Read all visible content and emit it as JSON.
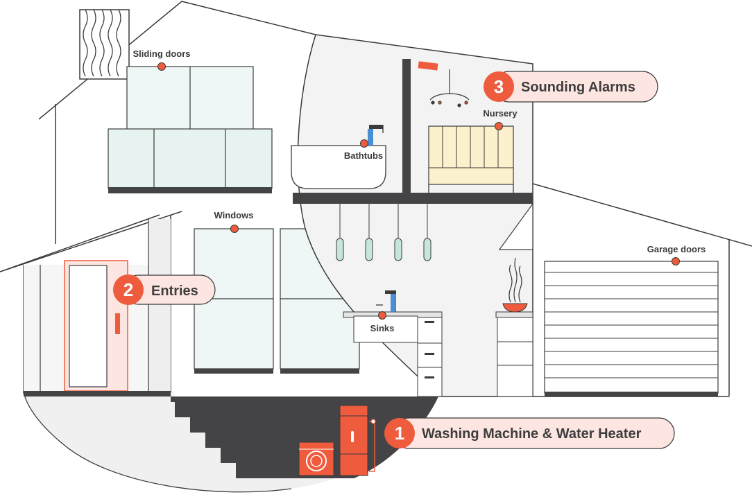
{
  "labels": {
    "sliding_doors": "Sliding doors",
    "bathtubs": "Bathtubs",
    "nursery": "Nursery",
    "windows": "Windows",
    "garage_doors": "Garage doors",
    "sinks": "Sinks"
  },
  "callouts": [
    {
      "number": "1",
      "text": "Washing Machine & Water Heater"
    },
    {
      "number": "2",
      "text": "Entries"
    },
    {
      "number": "3",
      "text": "Sounding Alarms"
    }
  ],
  "colors": {
    "accent": "#ef5b3d",
    "accent_light": "#fde6e1",
    "outline": "#3a3a3a",
    "dark": "#444446",
    "glass": "#eef7f5",
    "crib": "#fdf0cc",
    "light_grey": "#f0f0f0",
    "pendant": "#c6e6dc"
  }
}
